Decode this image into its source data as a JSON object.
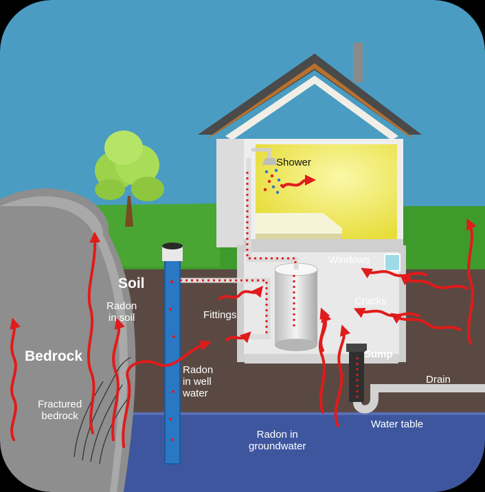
{
  "labels": {
    "shower": "Shower",
    "windows": "Windows",
    "cracks": "Cracks",
    "soil": "Soil",
    "radon_in_soil": "Radon\nin soil",
    "fittings": "Fittings",
    "bedrock": "Bedrock",
    "sump": "Sump",
    "drain": "Drain",
    "radon_in_well_water": "Radon\nin well\nwater",
    "fractured_bedrock": "Fractured\nbedrock",
    "water_table": "Water table",
    "radon_in_groundwater": "Radon in\ngroundwater"
  },
  "colors": {
    "sky": "#4a9cc2",
    "grass": "#3f9a2c",
    "soil": "#5a4942",
    "groundwater": "#3e569e",
    "radon": "#e01b1b",
    "roof": "#4a4a4a",
    "roof_trim": "#b8702d",
    "interior_light": "#f5f06a",
    "well": "#2a78c4"
  }
}
